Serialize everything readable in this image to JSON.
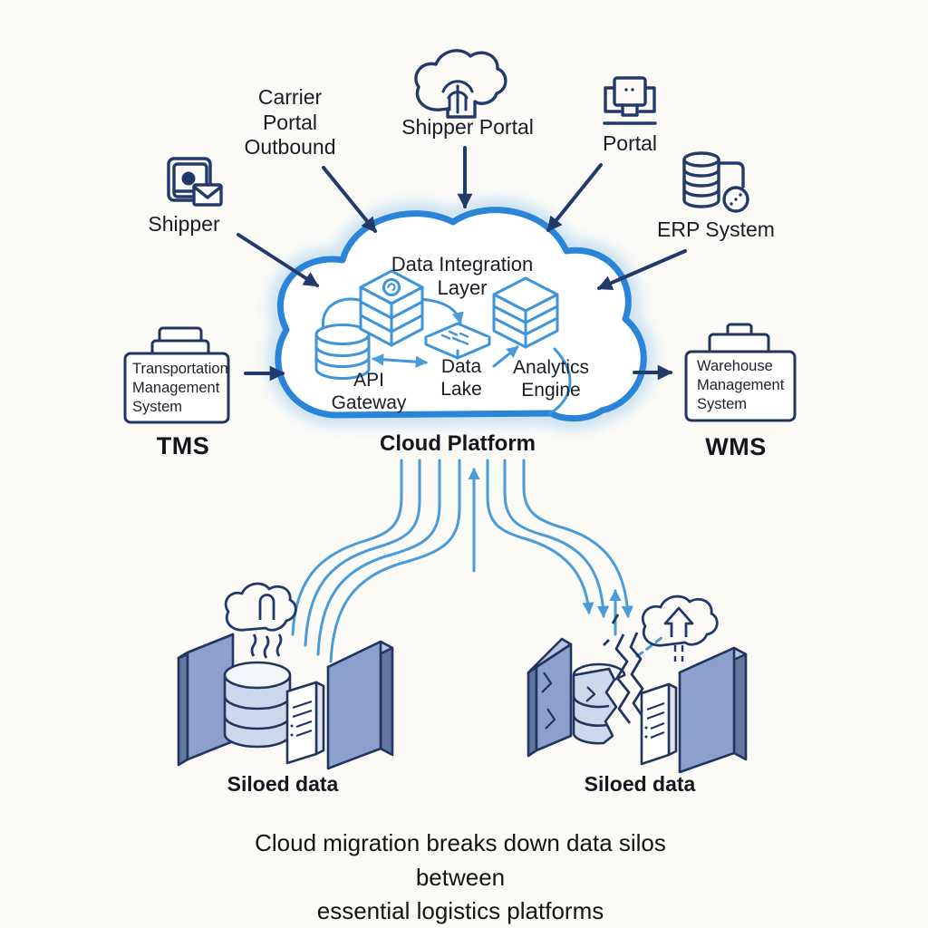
{
  "colors": {
    "background": "#fbfaf7",
    "navy_line": "#24396b",
    "cloud_stroke": "#2a85d8",
    "cloud_glow": "#b8d9f2",
    "light_blue": "#4a9bd9",
    "wall_front": "#8ca0cb",
    "wall_side": "#63769f",
    "wall_top": "#b7c3e0",
    "db_body": "#ccd8ec",
    "db_top": "#f2f5fa",
    "text_dark": "#191d27"
  },
  "sources": {
    "carrier_portal": {
      "label": "Carrier\nPortal\nOutbound"
    },
    "shipper_portal": {
      "label": "Shipper Portal",
      "icon": "cloud-signal-icon"
    },
    "portal": {
      "label": "Portal",
      "icon": "monitor-icon"
    },
    "shipper": {
      "label": "Shipper",
      "icon": "photo-mail-icon"
    },
    "erp": {
      "label": "ERP System",
      "icon": "database-link-icon"
    }
  },
  "cloud": {
    "title": "Data Integration\nLayer",
    "caption": "Cloud Platform",
    "components": [
      {
        "label": "API\nGateway",
        "icon": "database-icon"
      },
      {
        "label": "Data\nLake",
        "icon": "data-slab-icon"
      },
      {
        "label": "Analytics\nEngine",
        "icon": "cube-stack-icon"
      }
    ]
  },
  "left_system": {
    "box_label": "Transportation\nManagement\nSystem",
    "abbr": "TMS",
    "icon": "briefcase-box"
  },
  "right_system": {
    "box_label": "Warehouse\nManagement\nSystem",
    "abbr": "WMS",
    "icon": "briefcase-box"
  },
  "silos": {
    "left": {
      "label": "Siloed data",
      "icons": [
        "wall-panel",
        "database-stack",
        "server-tower",
        "rain-cloud-icon"
      ]
    },
    "right": {
      "label": "Siloed data",
      "icons": [
        "cracked-wall-panel",
        "cracked-database-stack",
        "server-tower",
        "upload-cloud-icon"
      ]
    }
  },
  "caption": "Cloud migration breaks down data silos between\nessential logistics platforms"
}
